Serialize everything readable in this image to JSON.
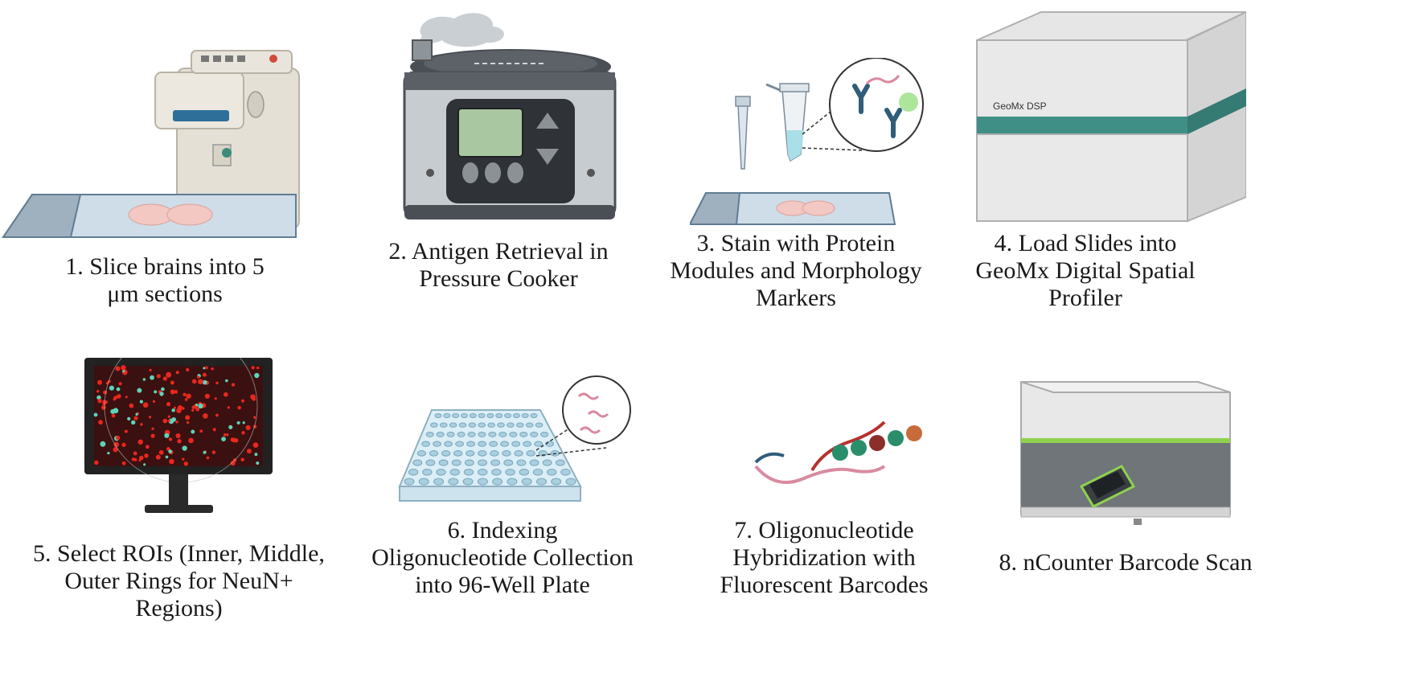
{
  "steps": [
    {
      "number": "1",
      "lines": [
        "1. Slice brains into 5",
        "μm sections"
      ],
      "icon": "cryostat-icon"
    },
    {
      "number": "2",
      "lines": [
        "2. Antigen Retrieval in",
        "Pressure Cooker"
      ],
      "icon": "pressure-cooker-icon"
    },
    {
      "number": "3",
      "lines": [
        "3. Stain with Protein",
        "Modules and Morphology",
        "Markers"
      ],
      "icon": "staining-icon"
    },
    {
      "number": "4",
      "lines": [
        "4. Load Slides into",
        "GeoMx Digital Spatial",
        "Profiler"
      ],
      "icon": "geomx-dsp-icon"
    },
    {
      "number": "5",
      "lines": [
        "5. Select ROIs (Inner, Middle,",
        "Outer Rings for NeuN+",
        "Regions)"
      ],
      "icon": "monitor-icon"
    },
    {
      "number": "6",
      "lines": [
        "6. Indexing",
        "Oligonucleotide Collection",
        "into 96-Well Plate"
      ],
      "icon": "well-plate-icon"
    },
    {
      "number": "7",
      "lines": [
        "7. Oligonucleotide",
        "Hybridization with",
        "Fluorescent Barcodes"
      ],
      "icon": "barcode-probe-icon"
    },
    {
      "number": "8",
      "lines": [
        "8. nCounter Barcode Scan"
      ],
      "icon": "ncounter-icon"
    }
  ],
  "device_labels": {
    "geomx": "GeoMx DSP"
  },
  "colors": {
    "accent_teal": "#3f8f87",
    "slide_blue": "#9fb6c8",
    "tissue_pink": "#f3c7c2",
    "ncounter_green": "#8fd14f"
  }
}
